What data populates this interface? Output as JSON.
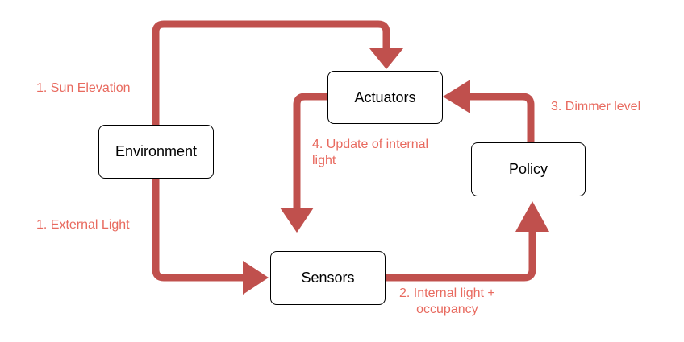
{
  "colors": {
    "arrow": "#c0504d",
    "label": "#e86a5f",
    "border": "#000000"
  },
  "nodes": {
    "environment": "Environment",
    "actuators": "Actuators",
    "policy": "Policy",
    "sensors": "Sensors"
  },
  "edges": {
    "sun_elevation": "1. Sun Elevation",
    "external_light": "1. External Light",
    "dimmer_level": "3. Dimmer level",
    "update_internal": [
      "4. Update of internal",
      "light"
    ],
    "internal_light_occupancy": [
      "2. Internal light +",
      "occupancy"
    ]
  }
}
